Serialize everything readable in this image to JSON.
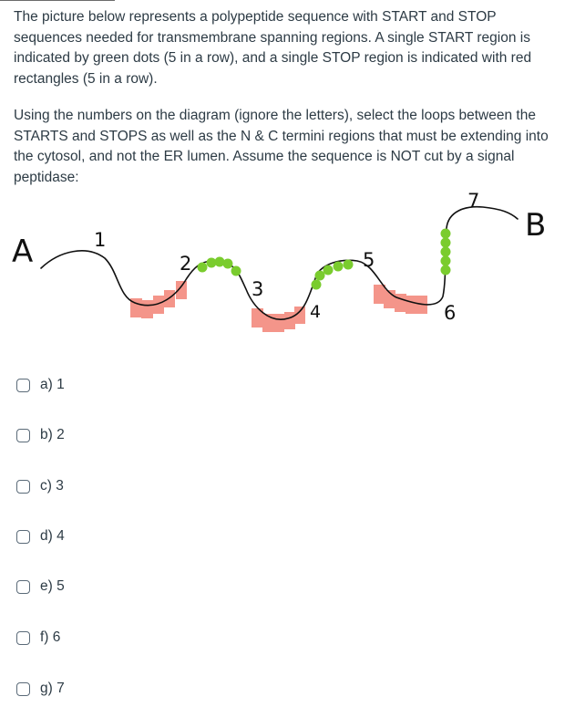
{
  "question": {
    "paragraph1": "The picture below represents a polypeptide sequence with START and STOP sequences needed for transmembrane spanning regions. A single START region is indicated by green dots (5 in a row), and a single STOP region is indicated with red rectangles (5 in a row).",
    "paragraph2": "Using the numbers on the diagram (ignore the letters), select the loops between the STARTS and STOPS as well as the N & C termini regions that must be extending into the cytosol, and not the ER lumen. Assume the sequence is NOT cut by a signal peptidase:"
  },
  "diagram": {
    "label_a": "A",
    "label_b": "B",
    "numbers": [
      "1",
      "2",
      "3",
      "4",
      "5",
      "6",
      "7"
    ],
    "colors": {
      "start_green": "#7acc2e",
      "stop_red": "#f4958a",
      "line": "#111111"
    }
  },
  "options": [
    {
      "label": "a) 1"
    },
    {
      "label": "b) 2"
    },
    {
      "label": "c) 3"
    },
    {
      "label": "d) 4"
    },
    {
      "label": "e) 5"
    },
    {
      "label": "f) 6"
    },
    {
      "label": "g) 7"
    }
  ]
}
